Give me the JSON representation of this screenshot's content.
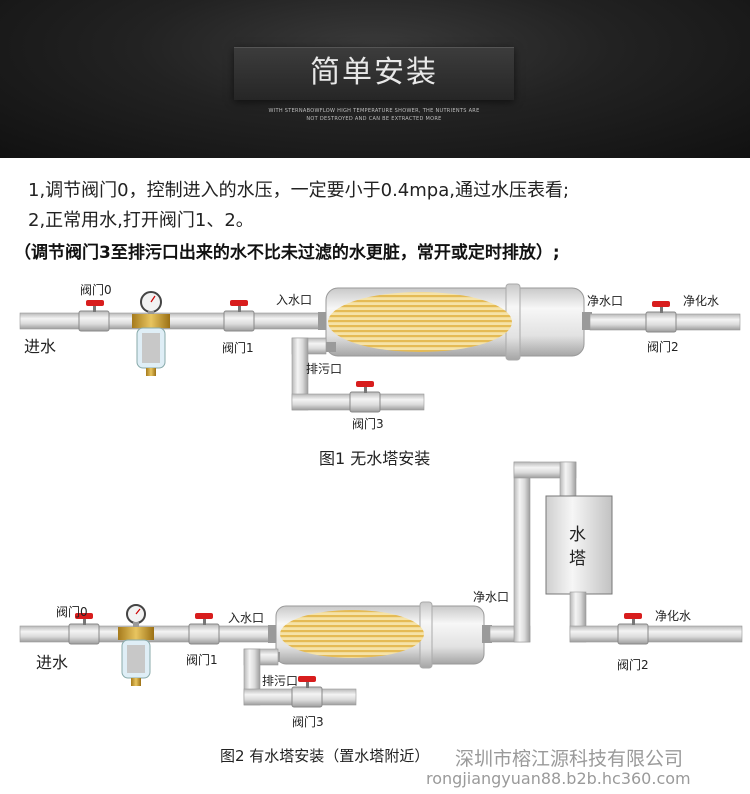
{
  "banner": {
    "title": "简单安装",
    "sub1": "WITH STERNABOWFLOW HIGH TEMPERATURE SHOWER, THE NUTRIENTS ARE",
    "sub2": "NOT DESTROYED AND CAN BE EXTRACTED MORE"
  },
  "instructions": {
    "line1": "1,调节阀门0，控制进入的水压，一定要小于0.4mpa,通过水压表看;",
    "line2": "2,正常用水,打开阀门1、2。",
    "line3": "（调节阀门3至排污口出来的水不比未过滤的水更脏，常开或定时排放）;"
  },
  "fig1": {
    "caption": "图1 无水塔安装",
    "valve0": "阀门0",
    "valve1": "阀门1",
    "valve2": "阀门2",
    "valve3": "阀门3",
    "inlet": "进水",
    "filter_in": "入水口",
    "filter_out": "净水口",
    "drain": "排污口",
    "purified": "净化水"
  },
  "fig2": {
    "caption": "图2 有水塔安装（置水塔附近）",
    "valve0": "阀门0",
    "valve1": "阀门1",
    "valve2": "阀门2",
    "valve3": "阀门3",
    "inlet": "进水",
    "filter_in": "入水口",
    "filter_out": "净水口",
    "drain": "排污口",
    "purified": "净化水",
    "tank_1": "水",
    "tank_2": "塔"
  },
  "watermark": {
    "company": "深圳市榕江源科技有限公司",
    "url": "rongjiangyuan88.b2b.hc360.com"
  }
}
